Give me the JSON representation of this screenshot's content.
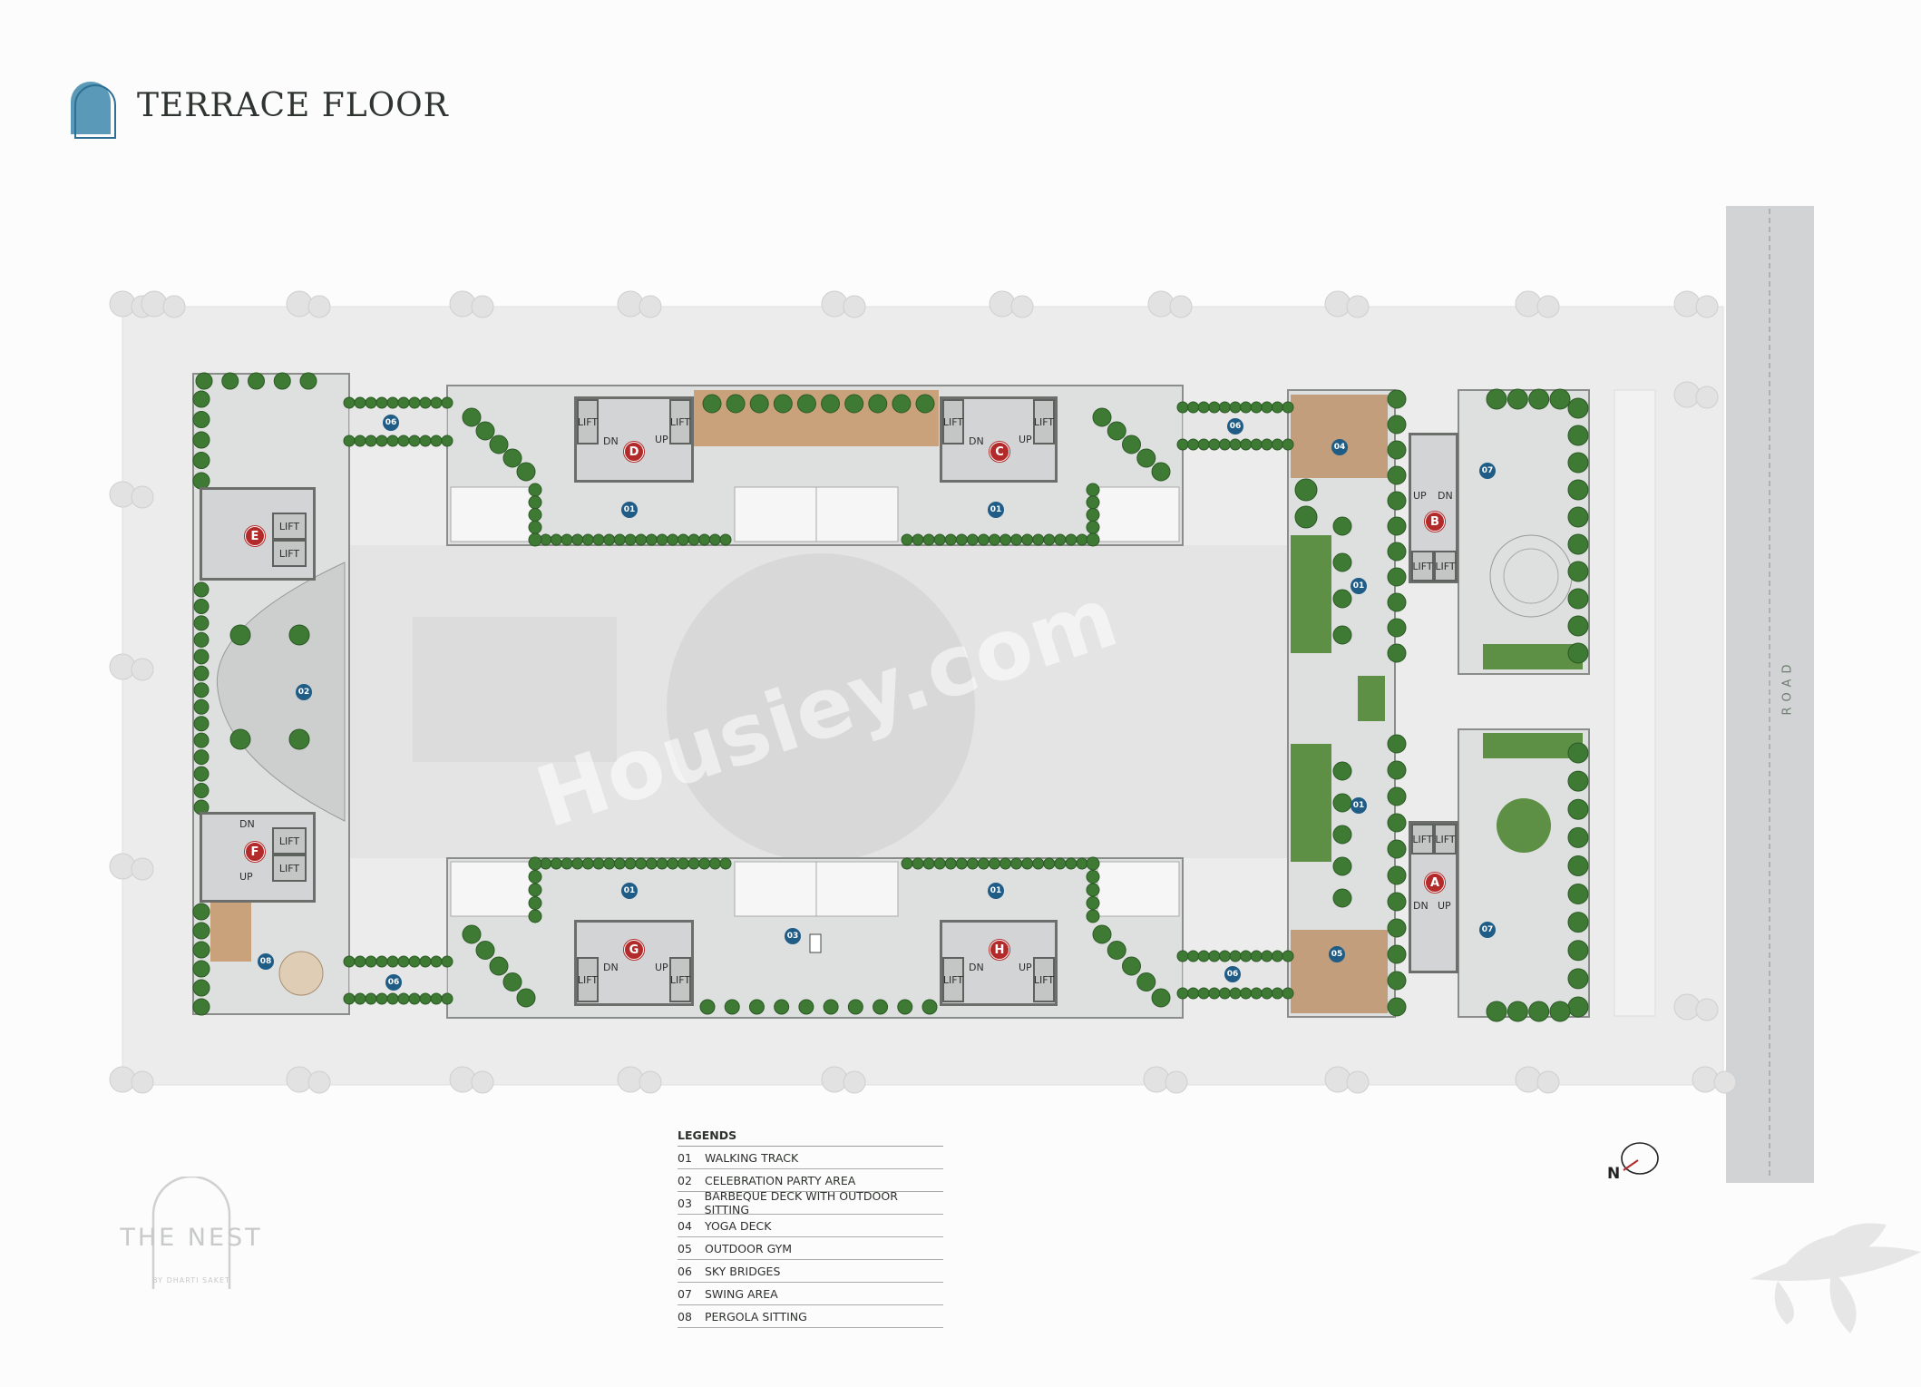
{
  "header": {
    "title": "TERRACE FLOOR",
    "icon": "arch-icon",
    "icon_color": "#5a9ab8"
  },
  "plan": {
    "towers": [
      "A",
      "B",
      "C",
      "D",
      "E",
      "F",
      "G",
      "H"
    ],
    "lift_label": "LIFT",
    "dn_label": "DN",
    "up_label": "UP",
    "road_label": "ROAD",
    "north_label": "N",
    "badges": {
      "walking_track": "01",
      "celebration": "02",
      "barbeque": "03",
      "yoga": "04",
      "gym": "05",
      "sky_bridges": "06",
      "swing": "07",
      "pergola": "08"
    },
    "colors": {
      "tower_marker": "#b32a2a",
      "legend_badge": "#1f5c86",
      "greenery": "#3f7a34",
      "deck": "#c9a27c"
    }
  },
  "legend": {
    "heading": "LEGENDS",
    "items": [
      {
        "num": "01",
        "label": "WALKING TRACK"
      },
      {
        "num": "02",
        "label": "CELEBRATION PARTY AREA"
      },
      {
        "num": "03",
        "label": "BARBEQUE DECK WITH OUTDOOR SITTING"
      },
      {
        "num": "04",
        "label": "YOGA DECK"
      },
      {
        "num": "05",
        "label": "OUTDOOR GYM"
      },
      {
        "num": "06",
        "label": "SKY BRIDGES"
      },
      {
        "num": "07",
        "label": "SWING AREA"
      },
      {
        "num": "08",
        "label": "PERGOLA SITTING"
      }
    ]
  },
  "logo": {
    "name": "THE NEST",
    "tagline": "BY DHARTI SAKET"
  },
  "watermark": "Housiey.com"
}
